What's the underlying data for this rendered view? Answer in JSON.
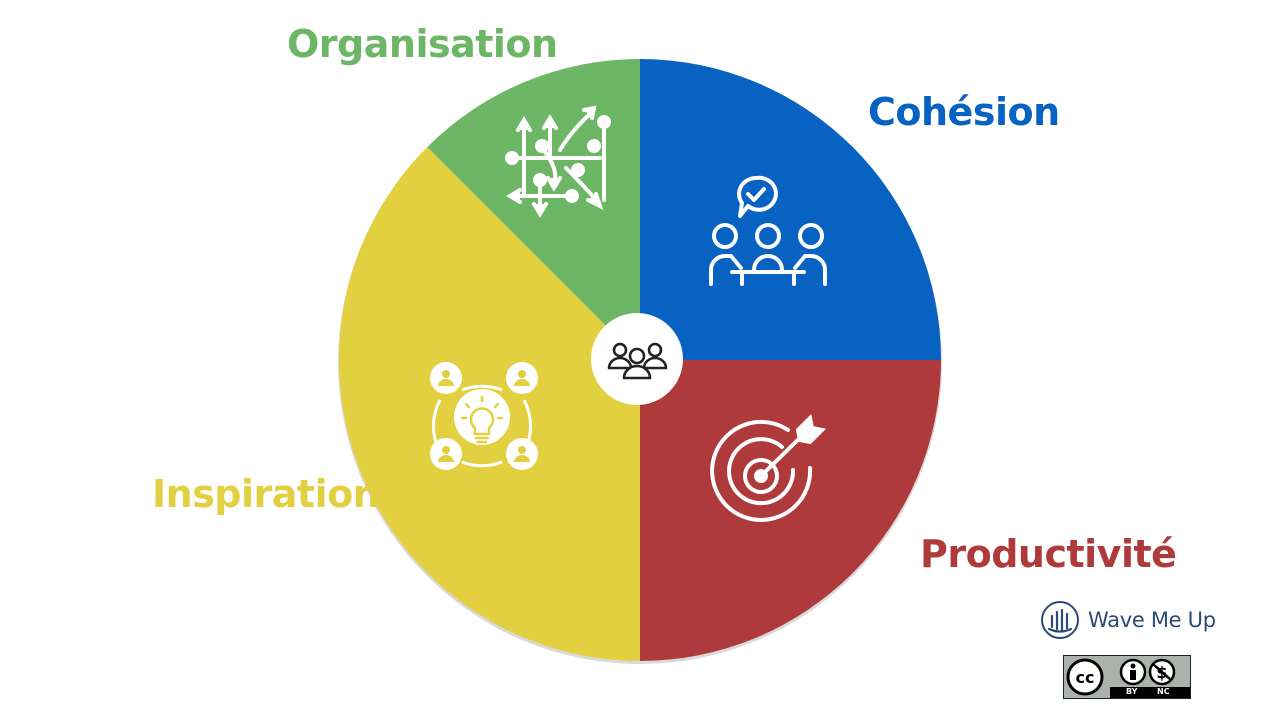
{
  "segments": [
    {
      "id": "organisation",
      "label": "Organisation",
      "color": "#6db665",
      "icon": "decision-arrows-icon"
    },
    {
      "id": "cohesion",
      "label": "Cohésion",
      "color": "#0762c1",
      "icon": "team-meeting-icon"
    },
    {
      "id": "productivite",
      "label": "Productivité",
      "color": "#ae3a3c",
      "icon": "target-arrow-icon"
    },
    {
      "id": "inspiration",
      "label": "Inspiration",
      "color": "#e2d041",
      "icon": "idea-network-icon"
    }
  ],
  "center_icon": "group-people-icon",
  "brand": {
    "name": "Wave Me Up",
    "icon": "wave-me-up-logo"
  },
  "license": {
    "by": "BY",
    "nc": "NC",
    "icon": "creative-commons-icon"
  }
}
